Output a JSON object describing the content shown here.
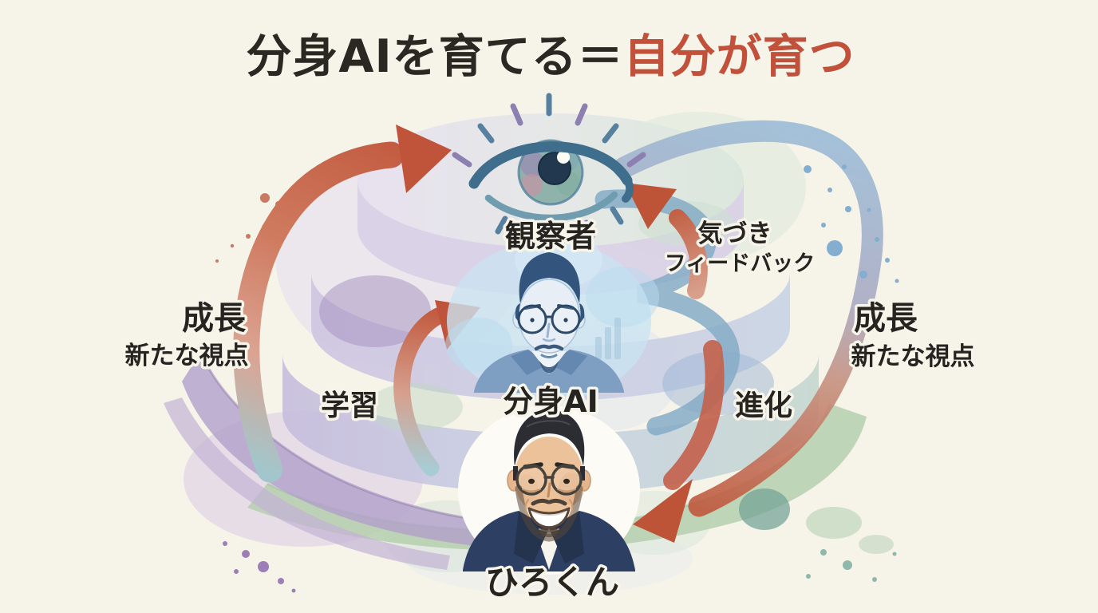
{
  "page": {
    "background_color": "#f6f3e8"
  },
  "title": {
    "black_part": "分身AIを育てる",
    "equals": "＝",
    "red_part": "自分が育つ",
    "black_color": "#2b2722",
    "red_color": "#c1513a"
  },
  "cycle": {
    "observer": {
      "label": "観察者",
      "icon": "eye-icon"
    },
    "avatar_ai": {
      "label": "分身AI",
      "icon": "avatar-ai-portrait"
    },
    "human": {
      "label": "ひろくん",
      "icon": "hirokun-portrait"
    }
  },
  "annotations": {
    "growth_left": {
      "line1": "成長",
      "line2": "新たな視点"
    },
    "growth_right": {
      "line1": "成長",
      "line2": "新たな視点"
    },
    "feedback": {
      "line1": "気づき",
      "line2": "フィードバック"
    },
    "learning": "学習",
    "evolution": "進化"
  },
  "palette": {
    "arrow_red": "#c25336",
    "band_blue": "#85abc7",
    "band_purple": "#b2a0cb",
    "band_green": "#b5cfae",
    "text_black": "#262420"
  }
}
